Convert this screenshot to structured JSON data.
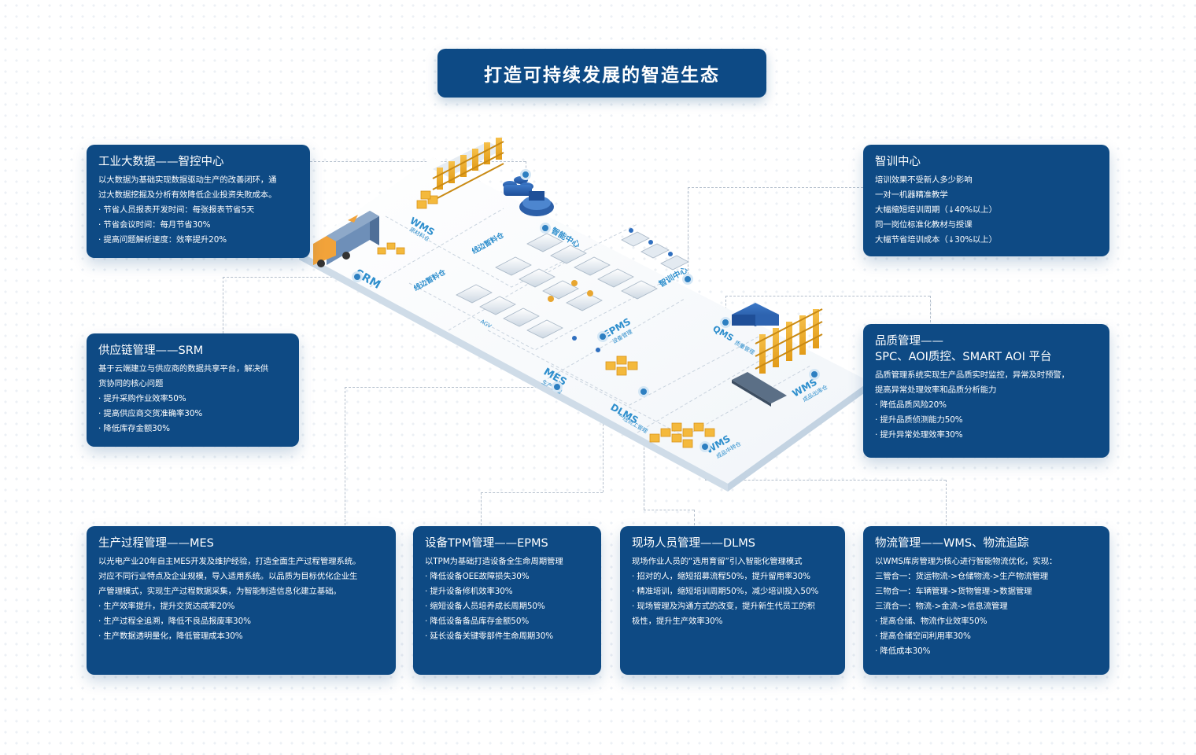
{
  "title": "打造可持续发展的智造生态",
  "colors": {
    "card_bg": "#0e4a84",
    "accent": "#2f8fcd",
    "connector": "#b4bfcc"
  },
  "map_labels": {
    "wms_top": "WMS",
    "wms_top_sub": "原材料仓",
    "srm": "SRM",
    "line_side_1": "线边暂料仓",
    "line_side_2": "线边暂料仓",
    "smart": "智能中心",
    "train": "智训中心",
    "epms": "EPMS",
    "epms_sub": "设备管理",
    "agv": "AGV",
    "mes": "MES",
    "mes_sub": "生产管理",
    "qms": "QMS",
    "qms_sub": "质量管理",
    "dlms": "DLMS",
    "dlms_sub": "一线员工管理",
    "wms_right": "WMS",
    "wms_right_sub": "成品出库仓",
    "wms_bottom": "WMS",
    "wms_bottom_sub": "成品中转仓"
  },
  "cards": {
    "bigdata": {
      "title": "工业大数据——智控中心",
      "lines": [
        "以大数据为基础实现数据驱动生产的改善闭环，通",
        "过大数据挖掘及分析有效降低企业投资失败成本。",
        "· 节省人员报表开发时间：每张报表节省5天",
        "· 节省会议时间：每月节省30%",
        "· 提高问题解析速度：效率提升20%"
      ]
    },
    "training": {
      "title": "智训中心",
      "lines": [
        "培训效果不受新人多少影响",
        "一对一机器精准教学",
        "大幅缩短培训周期（↓40%以上）",
        "同一岗位标准化教材与授课",
        "大幅节省培训成本（↓30%以上）"
      ]
    },
    "srm": {
      "title": "供应链管理——SRM",
      "lines": [
        "基于云端建立与供应商的数据共享平台，解决供",
        "货协同的核心问题",
        "· 提升采购作业效率50%",
        "· 提高供应商交货准确率30%",
        "· 降低库存金额30%"
      ]
    },
    "quality": {
      "title": "品质管理——",
      "title2": "SPC、AOI质控、SMART AOI 平台",
      "lines": [
        "品质管理系统实现生产品质实时监控，异常及时预警，",
        "提高异常处理效率和品质分析能力",
        "· 降低品质风险20%",
        "· 提升品质侦测能力50%",
        "· 提升异常处理效率30%"
      ]
    },
    "mes": {
      "title": "生产过程管理——MES",
      "lines": [
        "以光电产业20年自主MES开发及维护经验，打造全面生产过程管理系统。",
        "对应不同行业特点及企业规模，导入适用系统。以品质为目标优化企业生",
        "产管理模式，实现生产过程数据采集，为智能制造信息化建立基础。",
        "· 生产效率提升，提升交货达成率20%",
        "· 生产过程全追溯，降低不良品报废率30%",
        "· 生产数据透明量化，降低管理成本30%"
      ]
    },
    "epms": {
      "title": "设备TPM管理——EPMS",
      "lines": [
        "以TPM为基础打造设备全生命周期管理",
        "· 降低设备OEE故障损失30%",
        "· 提升设备修机效率30%",
        "· 缩短设备人员培养成长周期50%",
        "· 降低设备备品库存金额50%",
        "· 延长设备关键零部件生命周期30%"
      ]
    },
    "dlms": {
      "title": "现场人员管理——DLMS",
      "lines": [
        "现场作业人员的“选用育留”引入智能化管理模式",
        "· 招对的人，缩短招募流程50%，提升留用率30%",
        "· 精准培训，缩短培训周期50%，减少培训投入50%",
        "· 现场管理及沟通方式的改变，提升新生代员工的积",
        "极性，提升生产效率30%"
      ]
    },
    "wms": {
      "title": "物流管理——WMS、物流追踪",
      "lines": [
        "以WMS库房管理为核心进行智能物流优化，实现：",
        "三管合一：货运物流->仓储物流->生产物流管理",
        "三物合一：车辆管理->货物管理->数据管理",
        "三流合一：物流->金流->信息流管理",
        "· 提高仓储、物流作业效率50%",
        "· 提高仓储空间利用率30%",
        "· 降低成本30%"
      ]
    }
  }
}
